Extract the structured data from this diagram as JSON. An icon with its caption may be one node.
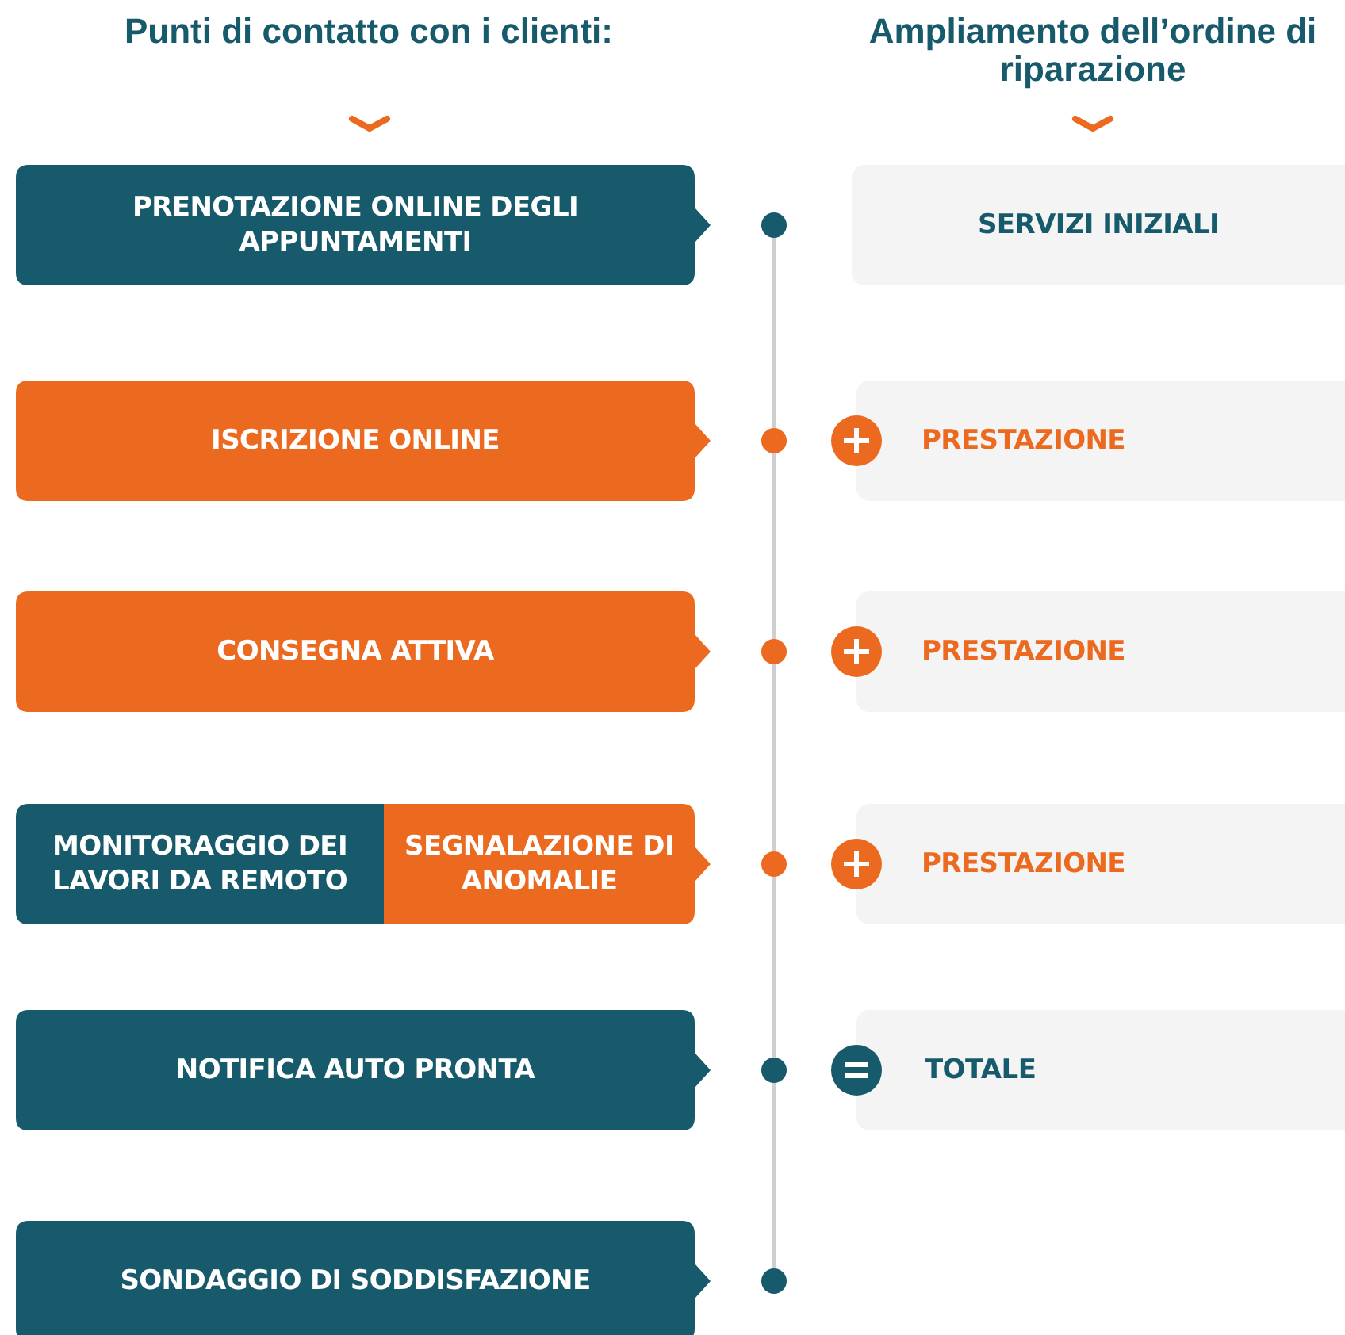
{
  "diagram": {
    "nodes": [
      {
        "text": [
          "PRENOTAZIONE ONLINE DEGLI APPUNTAMENTI"
        ]
      },
      {
        "text": [],
        "shape": "circle"
      },
      {
        "text": [
          "SERVIZI INIZIALI"
        ]
      },
      {
        "text": [
          "ISCRIZIONE ONLINE"
        ]
      },
      {
        "text": [],
        "shape": "circle"
      },
      {
        "text": [
          "PRESTAZIONE"
        ]
      },
      {
        "text": [
          "CONSEGNA ATTIVA"
        ]
      },
      {
        "text": [],
        "shape": "circle"
      },
      {
        "text": [
          "PRESTAZIONE"
        ]
      },
      {
        "text": [
          "MONITORAGGIO DEI LAVORI DA REMOTO"
        ]
      },
      {
        "text": [
          "SEGNALAZIONE DI ANOMALIE"
        ]
      },
      {
        "text": [],
        "shape": "circle"
      },
      {
        "text": [
          "PRESTAZIONE"
        ]
      },
      {
        "text": [
          "NOTIFICA AUTO PRONTA"
        ]
      },
      {
        "text": [],
        "shape": "circle"
      },
      {
        "text": [
          "TOTALE"
        ]
      },
      {
        "text": [
          "SONDAGGIO DI SODDISFAZIONE"
        ]
      },
      {
        "text": [],
        "shape": "circle"
      }
    ],
    "edges": [
      {
        "from": 1,
        "to": 4,
        "arrow": "none"
      },
      {
        "from": 4,
        "to": 7,
        "arrow": "none"
      },
      {
        "from": 7,
        "to": 11,
        "arrow": "none"
      },
      {
        "from": 11,
        "to": 14,
        "arrow": "none"
      },
      {
        "from": 14,
        "to": 17,
        "arrow": "none"
      }
    ],
    "labels": [
      "Punti di contatto con i clienti:",
      "Ampliamento dell’ordine di riparazione"
    ]
  }
}
